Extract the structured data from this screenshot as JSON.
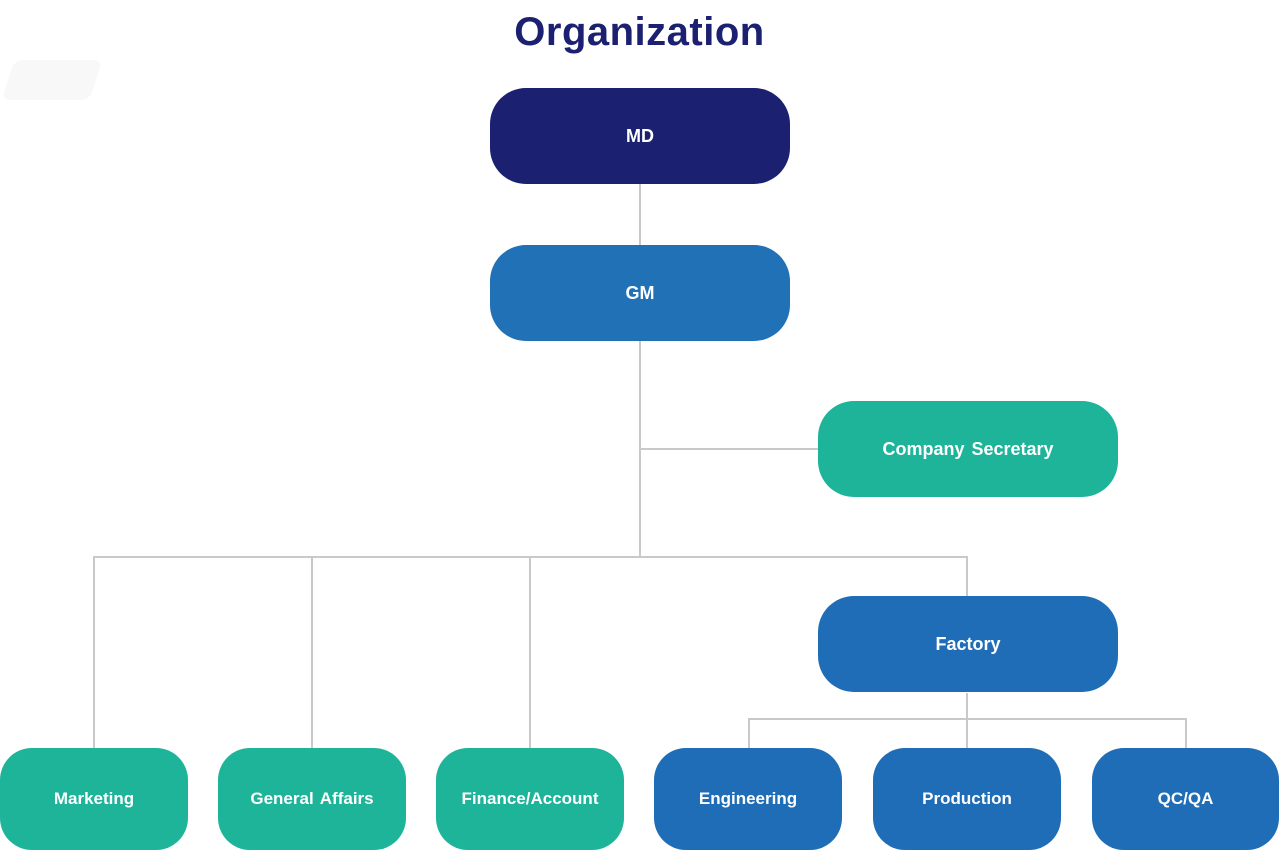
{
  "title": "Organization",
  "colors": {
    "title": "#1b2071",
    "connector": "#c9c9c9",
    "navy": "#1b2071",
    "blue": "#1f6db6",
    "teal": "#1db499",
    "box_text": "#ffffff"
  },
  "nodes": {
    "md": {
      "label": "MD",
      "color": "#1b2071"
    },
    "gm": {
      "label": "GM",
      "color": "#2171b7"
    },
    "company_secretary": {
      "label": "Company Secretary",
      "color": "#1db499"
    },
    "factory": {
      "label": "Factory",
      "color": "#1f6db6"
    },
    "marketing": {
      "label": "Marketing",
      "color": "#1db499"
    },
    "general_affairs": {
      "label": "General Affairs",
      "color": "#1db499"
    },
    "finance_account": {
      "label": "Finance/Account",
      "color": "#1db499"
    },
    "engineering": {
      "label": "Engineering",
      "color": "#1f6db6"
    },
    "production": {
      "label": "Production",
      "color": "#1f6db6"
    },
    "qc_qa": {
      "label": "QC/QA",
      "color": "#1f6db6"
    }
  },
  "hierarchy": {
    "root": "MD",
    "edges": [
      [
        "MD",
        "GM"
      ],
      [
        "GM",
        "Company Secretary"
      ],
      [
        "GM",
        "Marketing"
      ],
      [
        "GM",
        "General Affairs"
      ],
      [
        "GM",
        "Finance/Account"
      ],
      [
        "GM",
        "Factory"
      ],
      [
        "Factory",
        "Engineering"
      ],
      [
        "Factory",
        "Production"
      ],
      [
        "Factory",
        "QC/QA"
      ]
    ]
  }
}
